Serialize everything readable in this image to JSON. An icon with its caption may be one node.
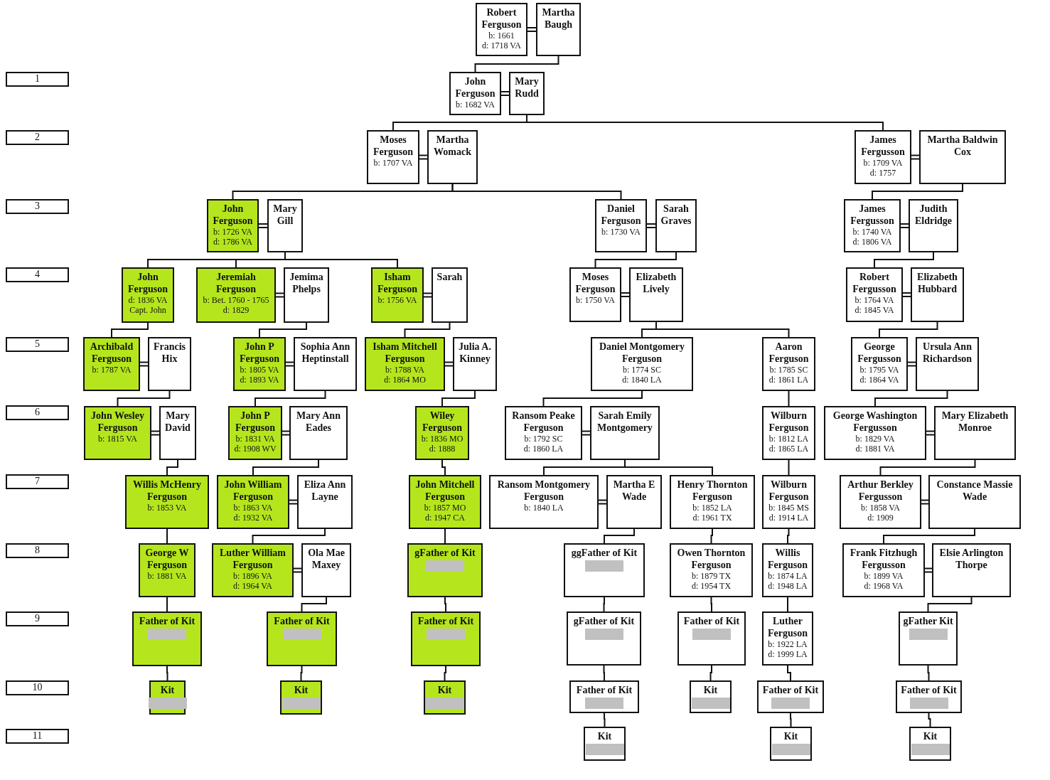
{
  "diagram": {
    "nodes": [
      {
        "text": [
          "Robert Ferguson",
          "b: 1661",
          "d: 1718 VA"
        ]
      },
      {
        "text": [
          "Martha Baugh"
        ]
      },
      {
        "text": [
          "John Ferguson",
          "b: 1682 VA"
        ]
      },
      {
        "text": [
          "Mary Rudd"
        ]
      },
      {
        "text": [
          "Moses Ferguson",
          "b: 1707 VA"
        ]
      },
      {
        "text": [
          "Martha Womack"
        ]
      },
      {
        "text": [
          "James Fergusson",
          "b: 1709 VA",
          "d: 1757"
        ]
      },
      {
        "text": [
          "Martha Baldwin Cox"
        ]
      },
      {
        "text": [
          "John Ferguson",
          "b: 1726 VA",
          "d: 1786 VA"
        ]
      },
      {
        "text": [
          "Mary Gill"
        ]
      },
      {
        "text": [
          "Daniel Ferguson",
          "b: 1730 VA"
        ]
      },
      {
        "text": [
          "Sarah Graves"
        ]
      },
      {
        "text": [
          "James Fergusson",
          "b: 1740 VA",
          "d: 1806 VA"
        ]
      },
      {
        "text": [
          "Judith Eldridge"
        ]
      },
      {
        "text": [
          "John Ferguson",
          "d: 1836 VA",
          "Capt. John"
        ]
      },
      {
        "text": [
          "Jeremiah Ferguson",
          "b: Bet. 1760 - 1765",
          "d: 1829"
        ]
      },
      {
        "text": [
          "Jemima Phelps"
        ]
      },
      {
        "text": [
          "Isham Ferguson",
          "b: 1756 VA"
        ]
      },
      {
        "text": [
          "Sarah"
        ]
      },
      {
        "text": [
          "Moses Ferguson",
          "b: 1750 VA"
        ]
      },
      {
        "text": [
          "Elizabeth Lively"
        ]
      },
      {
        "text": [
          "Robert Fergusson",
          "b: 1764 VA",
          "d: 1845 VA"
        ]
      },
      {
        "text": [
          "Elizabeth Hubbard"
        ]
      },
      {
        "text": [
          "Archibald Ferguson",
          "b: 1787 VA"
        ]
      },
      {
        "text": [
          "Francis Hix"
        ]
      },
      {
        "text": [
          "John P Ferguson",
          "b: 1805 VA",
          "d: 1893 VA"
        ]
      },
      {
        "text": [
          "Sophia Ann Heptinstall"
        ]
      },
      {
        "text": [
          "Isham Mitchell Ferguson",
          "b: 1788 VA",
          "d: 1864 MO"
        ]
      },
      {
        "text": [
          "Julia A. Kinney"
        ]
      },
      {
        "text": [
          "Daniel Montgomery Ferguson",
          "b: 1774 SC",
          "d: 1840 LA"
        ]
      },
      {
        "text": [
          "Aaron Ferguson",
          "b: 1785 SC",
          "d: 1861 LA"
        ]
      },
      {
        "text": [
          "George Fergusson",
          "b: 1795 VA",
          "d: 1864 VA"
        ]
      },
      {
        "text": [
          "Ursula Ann Richardson"
        ]
      },
      {
        "text": [
          "John Wesley Ferguson",
          "b: 1815 VA"
        ]
      },
      {
        "text": [
          "Mary David"
        ]
      },
      {
        "text": [
          "John P Ferguson",
          "b: 1831 VA",
          "d: 1908 WV"
        ]
      },
      {
        "text": [
          "Mary Ann Eades"
        ]
      },
      {
        "text": [
          "Wiley Ferguson",
          "b: 1836 MO",
          "d: 1888"
        ]
      },
      {
        "text": [
          "Ransom Peake Ferguson",
          "b: 1792 SC",
          "d: 1860 LA"
        ]
      },
      {
        "text": [
          "Sarah Emily Montgomery"
        ]
      },
      {
        "text": [
          "Wilburn Ferguson",
          "b: 1812 LA",
          "d: 1865 LA"
        ]
      },
      {
        "text": [
          "George Washington Fergusson",
          "b: 1829 VA",
          "d: 1881 VA"
        ]
      },
      {
        "text": [
          "Mary Elizabeth Monroe"
        ]
      },
      {
        "text": [
          "Willis McHenry Ferguson",
          "b: 1853 VA"
        ]
      },
      {
        "text": [
          "John William Ferguson",
          "b: 1863 VA",
          "d: 1932 VA"
        ]
      },
      {
        "text": [
          "Eliza Ann Layne"
        ]
      },
      {
        "text": [
          "John Mitchell Ferguson",
          "b: 1857 MO",
          "d: 1947 CA"
        ]
      },
      {
        "text": [
          "Ransom Montgomery Ferguson",
          "b: 1840 LA"
        ]
      },
      {
        "text": [
          "Martha E Wade"
        ]
      },
      {
        "text": [
          "Henry Thornton Ferguson",
          "b: 1852 LA",
          "d: 1961 TX"
        ]
      },
      {
        "text": [
          "Wilburn Ferguson",
          "b: 1845 MS",
          "d: 1914 LA"
        ]
      },
      {
        "text": [
          "Arthur Berkley Fergusson",
          "b: 1858 VA",
          "d: 1909"
        ]
      },
      {
        "text": [
          "Constance Massie Wade"
        ]
      },
      {
        "text": [
          "George W Ferguson",
          "b: 1881 VA"
        ]
      },
      {
        "text": [
          "Luther William Ferguson",
          "b: 1896 VA",
          "d: 1964 VA"
        ]
      },
      {
        "text": [
          "Ola Mae Maxey"
        ]
      },
      {
        "text": [
          "gFather of Kit"
        ]
      },
      {
        "text": [
          "ggFather of Kit"
        ]
      },
      {
        "text": [
          "Owen Thornton Ferguson",
          "b: 1879 TX",
          "d: 1954 TX"
        ]
      },
      {
        "text": [
          "Willis Ferguson",
          "b: 1874 LA",
          "d: 1948 LA"
        ]
      },
      {
        "text": [
          "Frank Fitzhugh Fergusson",
          "b: 1899 VA",
          "d: 1968 VA"
        ]
      },
      {
        "text": [
          "Elsie Arlington Thorpe"
        ]
      },
      {
        "text": [
          "Father of Kit"
        ]
      },
      {
        "text": [
          "Father of Kit"
        ]
      },
      {
        "text": [
          "Father of Kit"
        ]
      },
      {
        "text": [
          "gFather of Kit"
        ]
      },
      {
        "text": [
          "Father of Kit"
        ]
      },
      {
        "text": [
          "Luther Ferguson",
          "b: 1922 LA",
          "d: 1999 LA"
        ]
      },
      {
        "text": [
          "gFather Kit"
        ]
      },
      {
        "text": [
          "Kit"
        ]
      },
      {
        "text": [
          "Kit"
        ]
      },
      {
        "text": [
          "Kit"
        ]
      },
      {
        "text": [
          "Father of Kit"
        ]
      },
      {
        "text": [
          "Kit"
        ]
      },
      {
        "text": [
          "Father of Kit"
        ]
      },
      {
        "text": [
          "Father of Kit"
        ]
      },
      {
        "text": [
          "Kit"
        ]
      },
      {
        "text": [
          "Kit"
        ]
      },
      {
        "text": [
          "Kit"
        ]
      },
      {
        "text": [
          "1"
        ]
      },
      {
        "text": [
          "2"
        ]
      },
      {
        "text": [
          "3"
        ]
      },
      {
        "text": [
          "4"
        ]
      },
      {
        "text": [
          "5"
        ]
      },
      {
        "text": [
          "6"
        ]
      },
      {
        "text": [
          "7"
        ]
      },
      {
        "text": [
          "8"
        ]
      },
      {
        "text": [
          "9"
        ]
      },
      {
        "text": [
          "10"
        ]
      },
      {
        "text": [
          "11"
        ]
      }
    ],
    "edges": [
      {
        "from": 0,
        "to": 1,
        "arrow": "none"
      },
      {
        "from": 2,
        "to": 3,
        "arrow": "none"
      },
      {
        "from": 4,
        "to": 5,
        "arrow": "none"
      },
      {
        "from": 6,
        "to": 7,
        "arrow": "none"
      },
      {
        "from": 8,
        "to": 9,
        "arrow": "none"
      },
      {
        "from": 10,
        "to": 11,
        "arrow": "none"
      },
      {
        "from": 12,
        "to": 13,
        "arrow": "none"
      },
      {
        "from": 15,
        "to": 16,
        "arrow": "none"
      },
      {
        "from": 17,
        "to": 18,
        "arrow": "none"
      },
      {
        "from": 19,
        "to": 20,
        "arrow": "none"
      },
      {
        "from": 21,
        "to": 22,
        "arrow": "none"
      },
      {
        "from": 23,
        "to": 24,
        "arrow": "none"
      },
      {
        "from": 25,
        "to": 26,
        "arrow": "none"
      },
      {
        "from": 27,
        "to": 28,
        "arrow": "none"
      },
      {
        "from": 31,
        "to": 32,
        "arrow": "none"
      },
      {
        "from": 33,
        "to": 34,
        "arrow": "none"
      },
      {
        "from": 35,
        "to": 36,
        "arrow": "none"
      },
      {
        "from": 38,
        "to": 39,
        "arrow": "none"
      },
      {
        "from": 41,
        "to": 42,
        "arrow": "none"
      },
      {
        "from": 44,
        "to": 45,
        "arrow": "none"
      },
      {
        "from": 47,
        "to": 48,
        "arrow": "none"
      },
      {
        "from": 51,
        "to": 52,
        "arrow": "none"
      },
      {
        "from": 54,
        "to": 55,
        "arrow": "none"
      },
      {
        "from": 60,
        "to": 61,
        "arrow": "none"
      },
      {
        "from": 1,
        "to": 2,
        "arrow": "none"
      },
      {
        "from": 3,
        "to": 4,
        "arrow": "none"
      },
      {
        "from": 3,
        "to": 6,
        "arrow": "none"
      },
      {
        "from": 5,
        "to": 8,
        "arrow": "none"
      },
      {
        "from": 5,
        "to": 10,
        "arrow": "none"
      },
      {
        "from": 7,
        "to": 12,
        "arrow": "none"
      },
      {
        "from": 9,
        "to": 14,
        "arrow": "none"
      },
      {
        "from": 9,
        "to": 15,
        "arrow": "none"
      },
      {
        "from": 9,
        "to": 17,
        "arrow": "none"
      },
      {
        "from": 11,
        "to": 19,
        "arrow": "none"
      },
      {
        "from": 13,
        "to": 21,
        "arrow": "none"
      },
      {
        "from": 14,
        "to": 23,
        "arrow": "none"
      },
      {
        "from": 16,
        "to": 25,
        "arrow": "none"
      },
      {
        "from": 18,
        "to": 27,
        "arrow": "none"
      },
      {
        "from": 20,
        "to": 29,
        "arrow": "none"
      },
      {
        "from": 20,
        "to": 30,
        "arrow": "none"
      },
      {
        "from": 22,
        "to": 31,
        "arrow": "none"
      },
      {
        "from": 24,
        "to": 33,
        "arrow": "none"
      },
      {
        "from": 26,
        "to": 35,
        "arrow": "none"
      },
      {
        "from": 28,
        "to": 37,
        "arrow": "none"
      },
      {
        "from": 29,
        "to": 38,
        "arrow": "none"
      },
      {
        "from": 30,
        "to": 40,
        "arrow": "none"
      },
      {
        "from": 32,
        "to": 41,
        "arrow": "none"
      },
      {
        "from": 34,
        "to": 43,
        "arrow": "none"
      },
      {
        "from": 36,
        "to": 44,
        "arrow": "none"
      },
      {
        "from": 37,
        "to": 46,
        "arrow": "none"
      },
      {
        "from": 39,
        "to": 47,
        "arrow": "none"
      },
      {
        "from": 39,
        "to": 49,
        "arrow": "none"
      },
      {
        "from": 40,
        "to": 50,
        "arrow": "none"
      },
      {
        "from": 42,
        "to": 51,
        "arrow": "none"
      },
      {
        "from": 43,
        "to": 53,
        "arrow": "none"
      },
      {
        "from": 45,
        "to": 54,
        "arrow": "none"
      },
      {
        "from": 46,
        "to": 56,
        "arrow": "none"
      },
      {
        "from": 48,
        "to": 57,
        "arrow": "none"
      },
      {
        "from": 49,
        "to": 58,
        "arrow": "none"
      },
      {
        "from": 50,
        "to": 59,
        "arrow": "none"
      },
      {
        "from": 52,
        "to": 60,
        "arrow": "none"
      },
      {
        "from": 53,
        "to": 62,
        "arrow": "none"
      },
      {
        "from": 55,
        "to": 63,
        "arrow": "none"
      },
      {
        "from": 56,
        "to": 64,
        "arrow": "none"
      },
      {
        "from": 57,
        "to": 65,
        "arrow": "none"
      },
      {
        "from": 58,
        "to": 66,
        "arrow": "none"
      },
      {
        "from": 59,
        "to": 67,
        "arrow": "none"
      },
      {
        "from": 61,
        "to": 68,
        "arrow": "none"
      },
      {
        "from": 62,
        "to": 69,
        "arrow": "none"
      },
      {
        "from": 63,
        "to": 70,
        "arrow": "none"
      },
      {
        "from": 64,
        "to": 71,
        "arrow": "none"
      },
      {
        "from": 65,
        "to": 72,
        "arrow": "none"
      },
      {
        "from": 66,
        "to": 73,
        "arrow": "none"
      },
      {
        "from": 67,
        "to": 74,
        "arrow": "none"
      },
      {
        "from": 68,
        "to": 75,
        "arrow": "none"
      },
      {
        "from": 72,
        "to": 76,
        "arrow": "none"
      },
      {
        "from": 74,
        "to": 77,
        "arrow": "none"
      },
      {
        "from": 75,
        "to": 78,
        "arrow": "none"
      }
    ]
  }
}
